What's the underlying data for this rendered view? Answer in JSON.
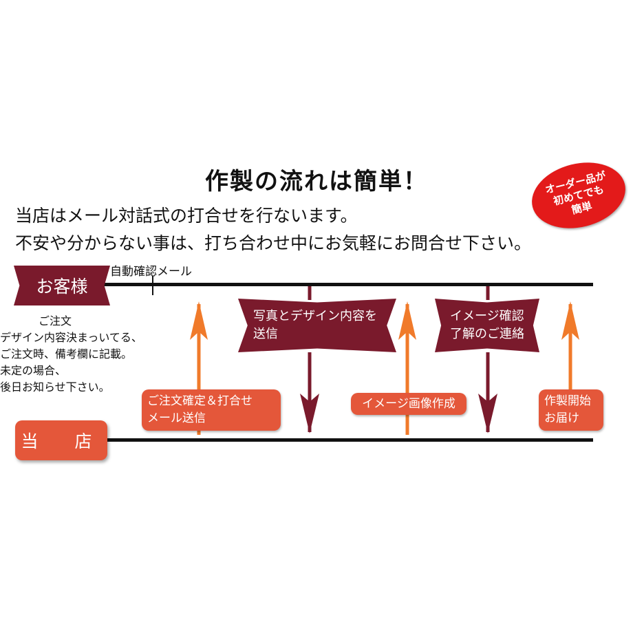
{
  "title": "作製の流れは簡単！",
  "intro": [
    "当店はメール対話式の打合せを行ないます。",
    "不安や分からない事は、打ち合わせ中にお気軽にお問合せ下さい。"
  ],
  "badge": [
    "オーダー品が",
    "初めてでも",
    "簡単"
  ],
  "actors": {
    "customer": "お客様",
    "shop": "当　店"
  },
  "auto_mail": "自動確認メール",
  "note": [
    "ご注文",
    "デザイン内容決まっいてる、",
    "ご注文時、備考欄に記載。",
    "未定の場合、",
    "後日お知らせ下さい。"
  ],
  "banners": [
    [
      "写真とデザイン内容を",
      "送信"
    ],
    [
      "イメージ確認",
      "了解のご連絡"
    ]
  ],
  "shop_steps": [
    [
      "ご注文確定＆打合せ",
      "メール送信"
    ],
    [
      "イメージ画像作成"
    ],
    [
      "作製開始",
      "お届け"
    ]
  ],
  "colors": {
    "customer": "#7a1a2c",
    "shop": "#e4573a",
    "badge": "#e31a1a",
    "up_arrow": "#f07a2a",
    "down_arrow": "#7a1a2c"
  }
}
